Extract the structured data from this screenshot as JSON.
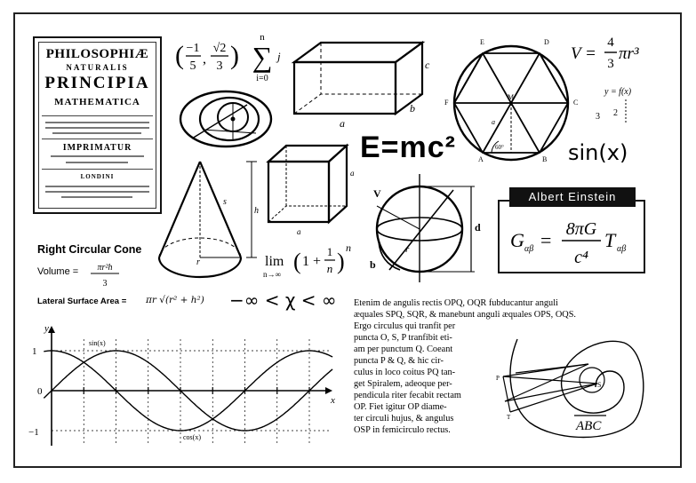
{
  "book": {
    "line1": "PHILOSOPHIÆ",
    "line2": "NATURALIS",
    "line3": "PRINCIPIA",
    "line4": "MATHEMATICA",
    "line5": "IMPRIMATUR",
    "line6": "LONDINI"
  },
  "formulas": {
    "vector": "(−1/5, √2/3)",
    "vector_a_num": "−1",
    "vector_a_den": "5",
    "vector_b_num": "√2",
    "vector_b_den": "3",
    "sum_top": "n",
    "sum_bottom": "i=0",
    "sum_var": "j",
    "emc2": "E=mc²",
    "sphere_volume": "V = 4/3 πr³",
    "sphere_v": "V =",
    "sphere_num": "4",
    "sphere_den": "3",
    "sphere_rest": "πr³",
    "yfx": "y = f(x)",
    "sinx": "sin(x)",
    "limit_lim": "lim",
    "limit_sub": "n→∞",
    "limit_body": "(1 + 1/n)",
    "limit_exp": "n",
    "inequality": "−∞ < χ < ∞",
    "abc": "ABC"
  },
  "cone": {
    "title": "Right Circular Cone",
    "volume_label": "Volume =",
    "volume_num": "πr²h",
    "volume_den": "3",
    "lateral_label": "Lateral Surface Area =",
    "lateral_formula": "πr √(r² + h²)"
  },
  "einstein": {
    "title": "Albert Einstein",
    "lhs": "G",
    "lhs_sub": "αβ",
    "eq": "=",
    "num": "8πG",
    "den": "c⁴",
    "rhs": "T",
    "rhs_sub": "αβ"
  },
  "graph": {
    "y_label": "y",
    "x_label": "x",
    "y_ticks": [
      "1",
      "0",
      "−1"
    ],
    "sin_label": "sin(x)",
    "cos_label": "cos(x)"
  },
  "latin": {
    "line1": "Etenim de angulis rectis OPQ, OQR fubducantur anguli",
    "line2": "æquales SPQ, SQR, & manebunt anguli æquales OPS, OQS.",
    "lines": [
      "Ergo circulus qui tranfit per",
      "puncta O, S, P tranfibit eti-",
      "am per punctum Q. Coeant",
      "puncta P & Q, & hic cir-",
      "culus in loco coitus PQ tan-",
      "get Spiralem, adeoque per-",
      "pendicula riter fecabit rectam",
      "OP.  Fiet igitur OP diame-",
      "ter circuli hujus, & angulus",
      "OSP in femicirculo rectus."
    ]
  },
  "diagram_labels": {
    "box_a": "a",
    "box_b": "b",
    "box_c": "c",
    "cube_a": "a",
    "cone_s": "s",
    "cone_h": "h",
    "cone_r": "r",
    "sphere_v": "V",
    "sphere_d": "d",
    "sphere_b": "b",
    "sphere_r": "r",
    "hex_labels": [
      "E",
      "D",
      "C",
      "B",
      "A",
      "F",
      "M",
      "a",
      "60°"
    ],
    "axis_3": "3",
    "axis_2": "2"
  }
}
